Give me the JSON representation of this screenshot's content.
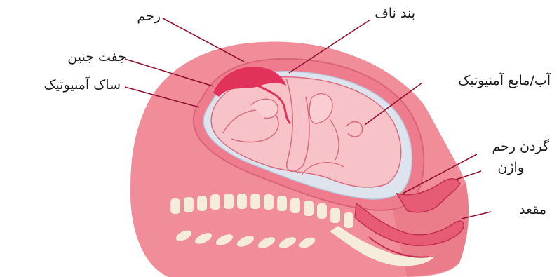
{
  "labels": {
    "uterus": "رحم",
    "umbilical_cord": "بند ناف",
    "placenta": "جفت جنین",
    "amniotic_sac": "ساک آمنیوتیک",
    "amniotic_fluid": "آب/مایع آمنیوتیک",
    "cervix": "گردن رحم",
    "vagina": "واژن",
    "rectum": "مقعد"
  },
  "colors": {
    "body": "#f08d99",
    "body_dark": "#e8717f",
    "uterus_wall": "#ee7c8c",
    "fluid": "#dde4ee",
    "fetus": "#f7c2c8",
    "fetus_outline": "#d86d7d",
    "placenta": "#e0325a",
    "bone": "#f6ecdc",
    "leader": "#8f1330"
  }
}
